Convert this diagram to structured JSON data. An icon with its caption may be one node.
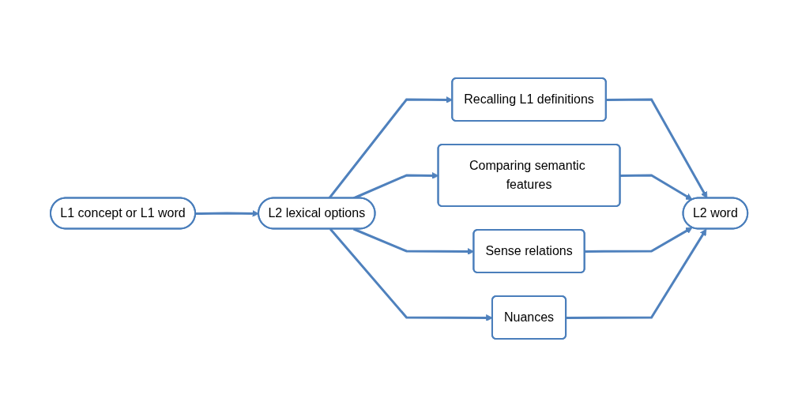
{
  "diagram": {
    "nodes": [
      {
        "text": [
          "L1 concept or L1 word"
        ]
      },
      {
        "text": [
          "L2 lexical options"
        ]
      },
      {
        "text": [
          "Recalling L1 definitions"
        ]
      },
      {
        "text": [
          "Comparing semantic features"
        ]
      },
      {
        "text": [
          "Sense relations"
        ]
      },
      {
        "text": [
          "Nuances"
        ]
      },
      {
        "text": [
          "L2 word"
        ]
      }
    ],
    "edges": [
      {
        "from": 0,
        "to": 1,
        "arrow": "to"
      },
      {
        "from": 1,
        "to": 2,
        "arrow": "to"
      },
      {
        "from": 1,
        "to": 3,
        "arrow": "to"
      },
      {
        "from": 1,
        "to": 4,
        "arrow": "to"
      },
      {
        "from": 1,
        "to": 5,
        "arrow": "to"
      },
      {
        "from": 2,
        "to": 6,
        "arrow": "to"
      },
      {
        "from": 3,
        "to": 6,
        "arrow": "to"
      },
      {
        "from": 4,
        "to": 6,
        "arrow": "to"
      },
      {
        "from": 5,
        "to": 6,
        "arrow": "to"
      }
    ]
  }
}
